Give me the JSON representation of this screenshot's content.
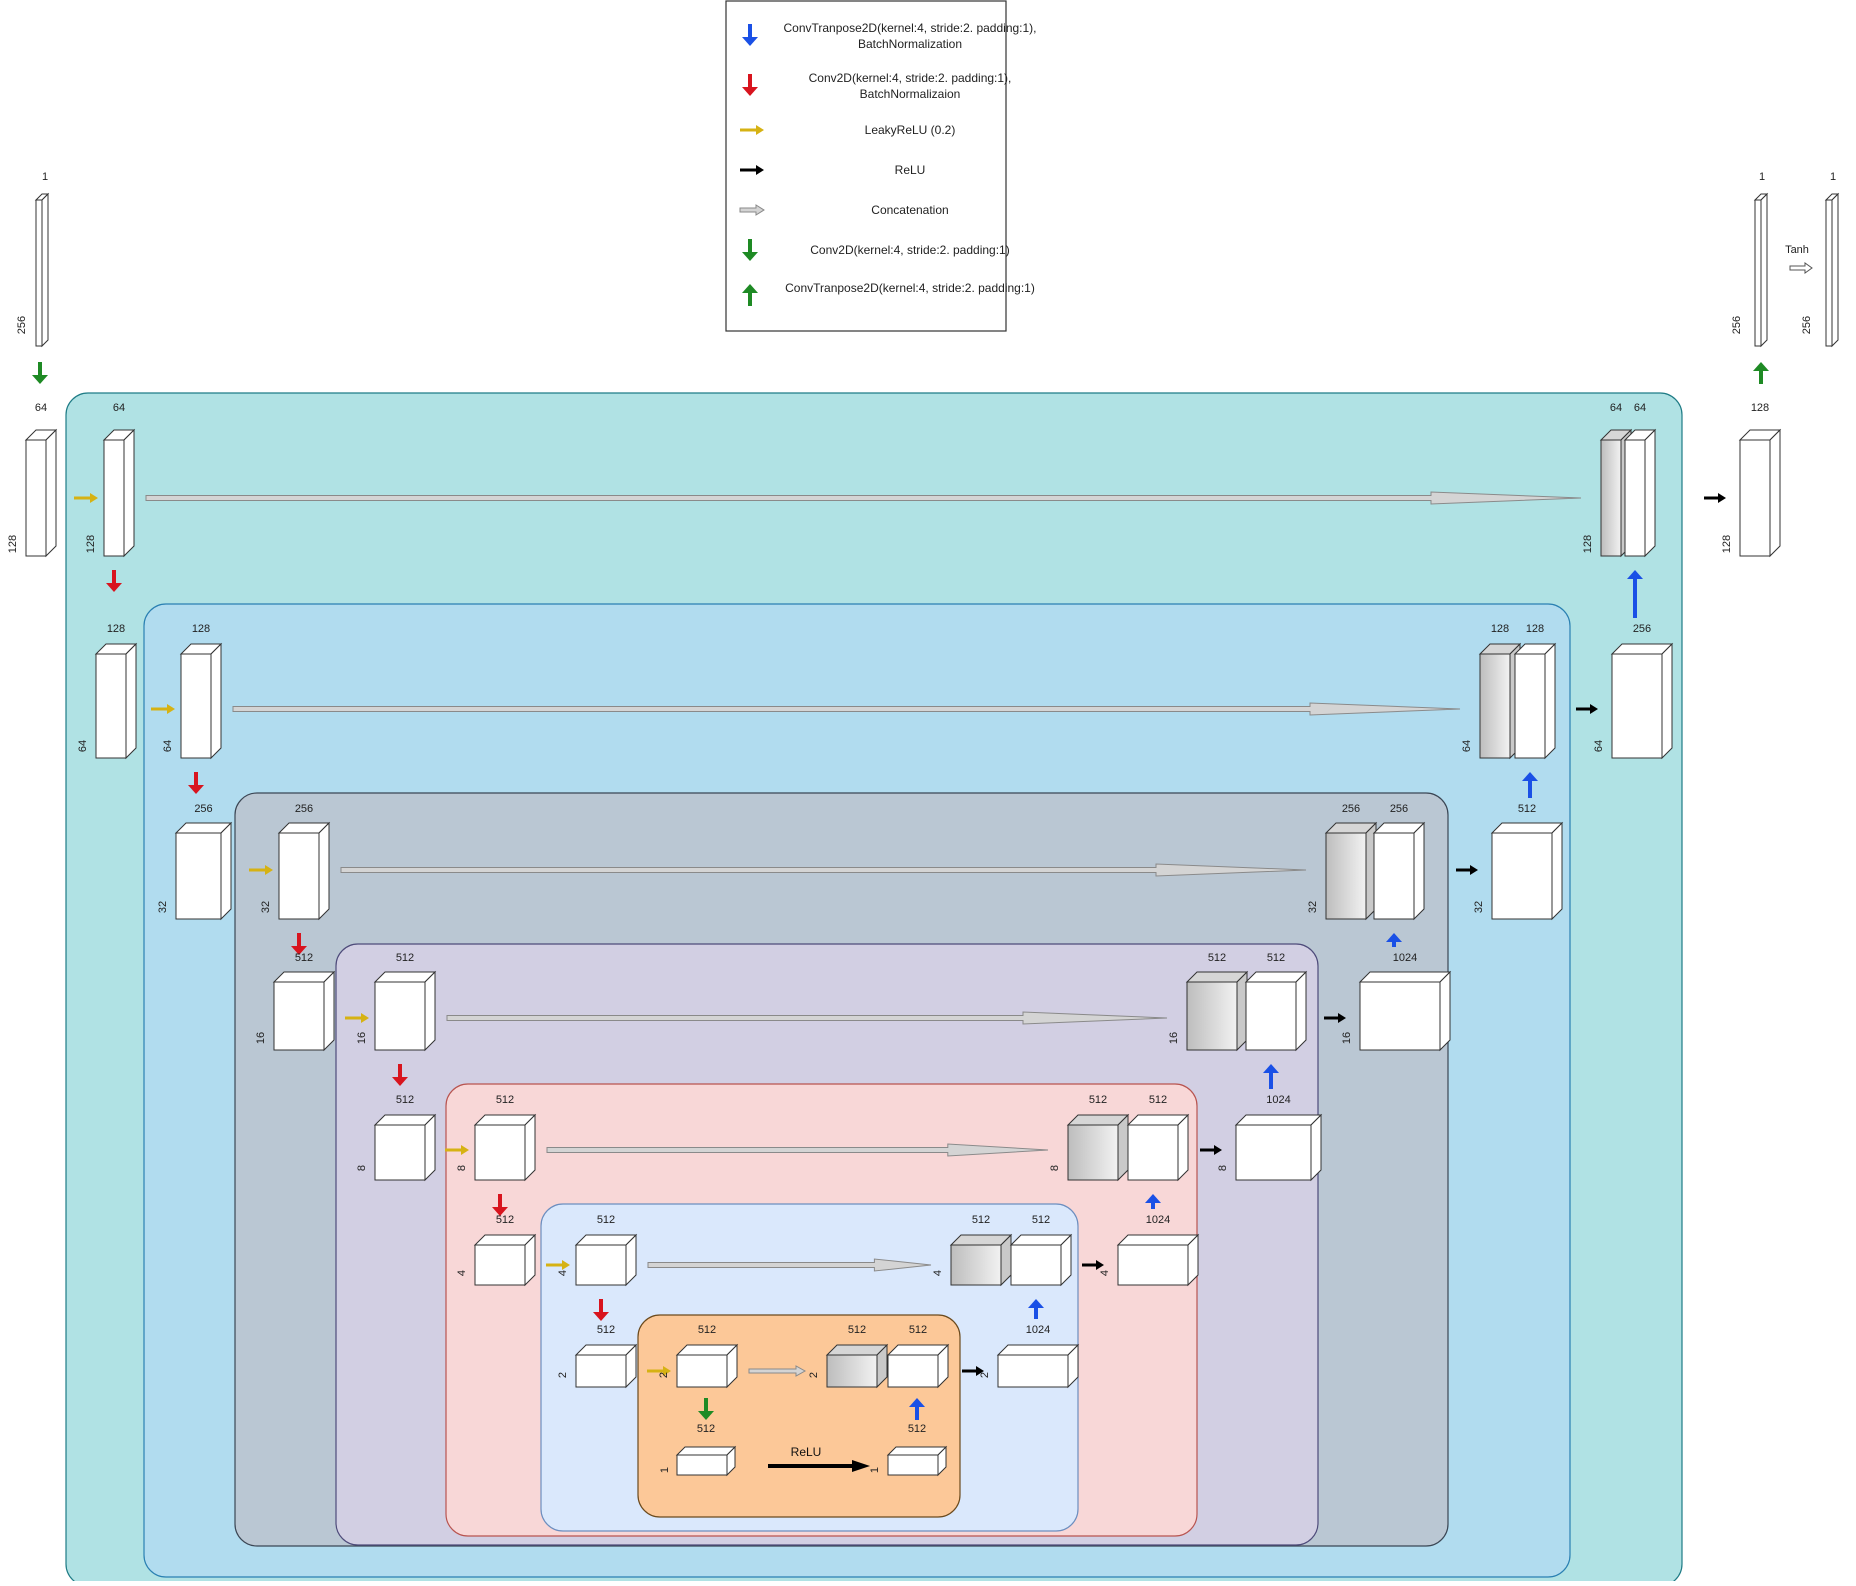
{
  "legend": {
    "items": [
      {
        "label": "ConvTranpose2D(kernel:4, stride:2. padding:1), BatchNormalization",
        "icon": "blue-up-arrow-icon",
        "color": "#1a50e6"
      },
      {
        "label": "Conv2D(kernel:4, stride:2. padding:1), BatchNormalizaion",
        "icon": "red-down-arrow-icon",
        "color": "#d8141e"
      },
      {
        "label": "LeakyReLU (0.2)",
        "icon": "yellow-right-arrow-icon",
        "color": "#d6b213"
      },
      {
        "label": "ReLU",
        "icon": "black-right-arrow-icon",
        "color": "#000000"
      },
      {
        "label": "Concatenation",
        "icon": "gray-right-arrow-icon",
        "color": "#c0c0c0"
      },
      {
        "label": "Conv2D(kernel:4, stride:2. padding:1)",
        "icon": "green-down-arrow-icon",
        "color": "#1e8a24"
      },
      {
        "label": "ConvTranpose2D(kernel:4, stride:2. padding:1)",
        "icon": "green-up-arrow-icon",
        "color": "#1e8a24"
      }
    ]
  },
  "panels": {
    "colors": [
      "#b0e2e4",
      "#b1dcef",
      "#bac7d3",
      "#d2cfe3",
      "#f8d7d7",
      "#dae8fc",
      "#fcc898"
    ]
  },
  "input": {
    "channels": "1",
    "size": "256"
  },
  "output": {
    "pre_channels": "1",
    "pre_size": "256",
    "channels": "1",
    "size": "256",
    "activation": "Tanh"
  },
  "levels": [
    {
      "enc_a_ch": "64",
      "enc_b_ch": "64",
      "spatial": "128",
      "skip_ch": "64",
      "up_ch": "64",
      "dec_ch": "128"
    },
    {
      "enc_a_ch": "128",
      "enc_b_ch": "128",
      "spatial": "64",
      "skip_ch": "128",
      "up_ch": "128",
      "dec_ch": "256"
    },
    {
      "enc_a_ch": "256",
      "enc_b_ch": "256",
      "spatial": "32",
      "skip_ch": "256",
      "up_ch": "256",
      "dec_ch": "512"
    },
    {
      "enc_a_ch": "512",
      "enc_b_ch": "512",
      "spatial": "16",
      "skip_ch": "512",
      "up_ch": "512",
      "dec_ch": "1024"
    },
    {
      "enc_a_ch": "512",
      "enc_b_ch": "512",
      "spatial": "8",
      "skip_ch": "512",
      "up_ch": "512",
      "dec_ch": "1024"
    },
    {
      "enc_a_ch": "512",
      "enc_b_ch": "512",
      "spatial": "4",
      "skip_ch": "512",
      "up_ch": "512",
      "dec_ch": "1024"
    },
    {
      "enc_a_ch": "512",
      "enc_b_ch": "512",
      "spatial": "2",
      "skip_ch": "512",
      "up_ch": "512",
      "dec_ch": "1024"
    }
  ],
  "bottleneck": {
    "in_ch": "512",
    "in_size": "1",
    "out_ch": "512",
    "out_size": "1",
    "relu_label": "ReLU"
  }
}
